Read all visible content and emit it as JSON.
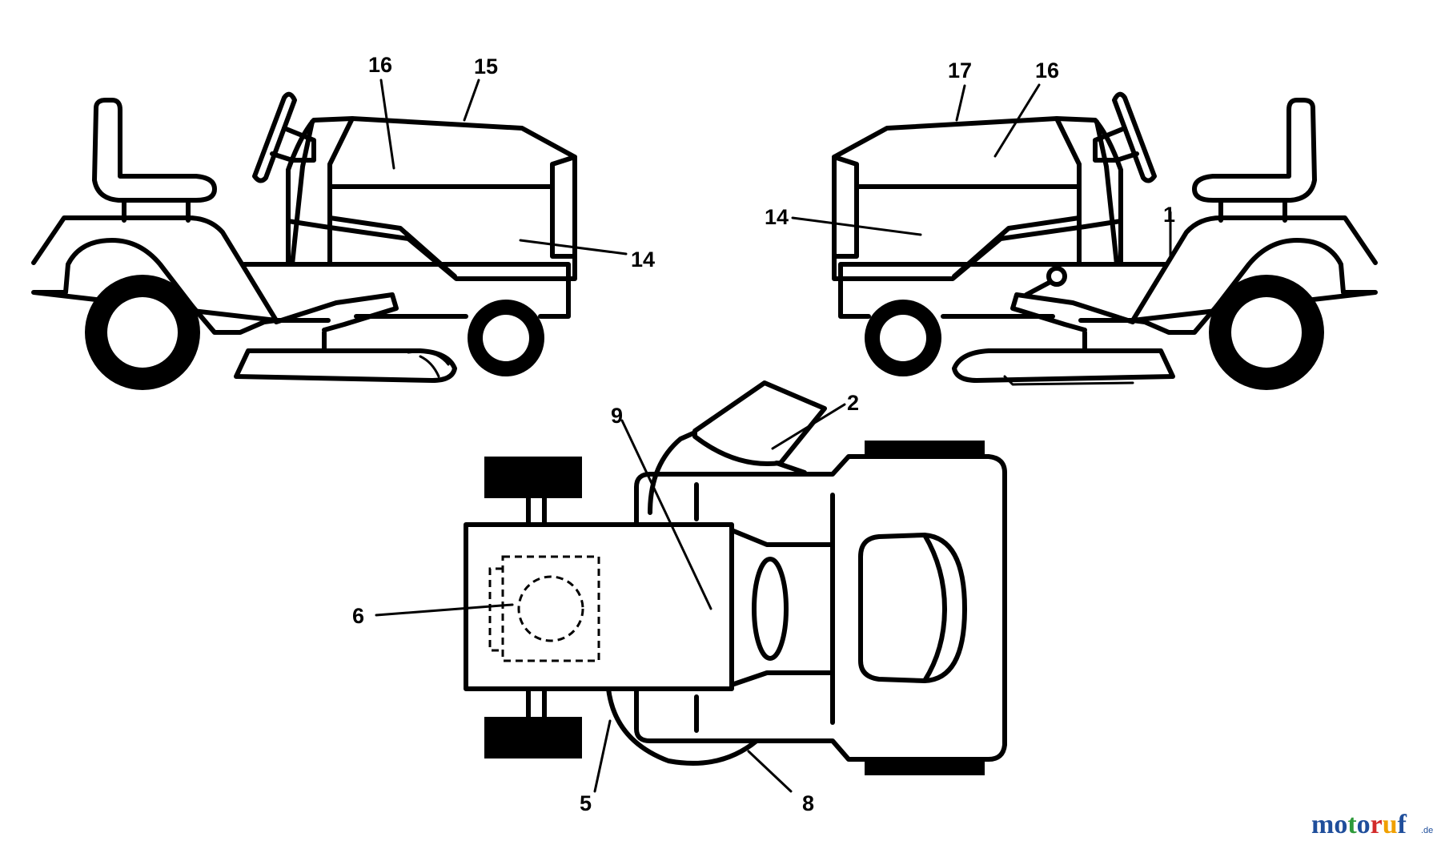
{
  "callouts": {
    "l16": "16",
    "l15": "15",
    "l14a": "14",
    "r17": "17",
    "r16": "16",
    "r14": "14",
    "r1": "1",
    "t2": "2",
    "t9": "9",
    "t6": "6",
    "t5": "5",
    "t8": "8"
  },
  "watermark": {
    "main": "motoruf",
    "suffix": ".de",
    "colors": [
      "#1f4e9b",
      "#1f4e9b",
      "#2e9a3a",
      "#1f4e9b",
      "#d22a2a",
      "#f0a000",
      "#1f4e9b"
    ]
  }
}
